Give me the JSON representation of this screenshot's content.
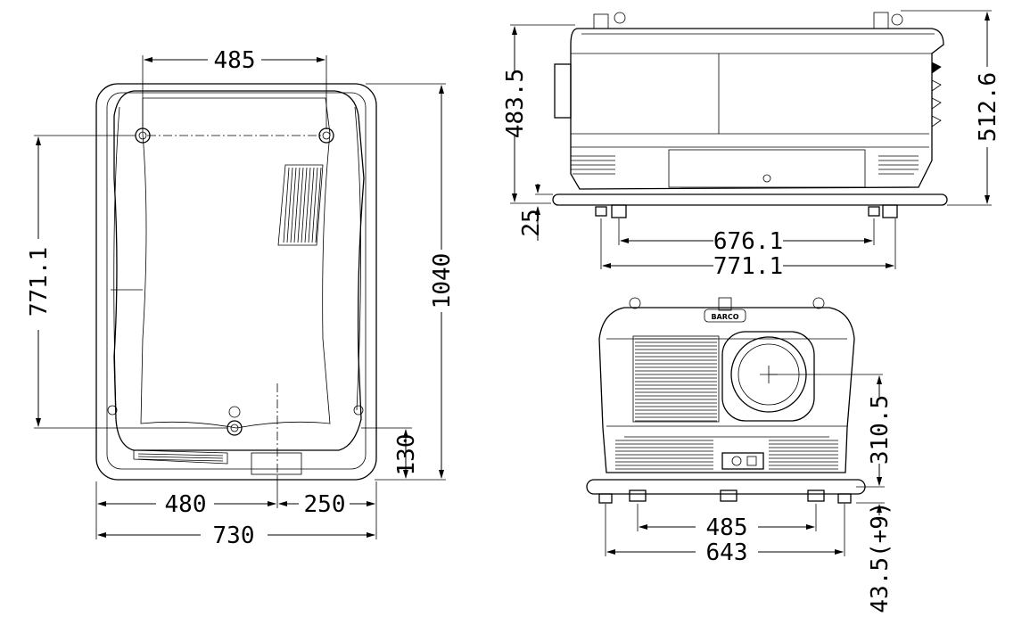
{
  "top_view": {
    "dims": {
      "foot_span_width": "485",
      "foot_span_depth": "771.1",
      "total_depth": "1040",
      "front_offset": "130",
      "left_width": "480",
      "right_width": "250",
      "total_width": "730"
    }
  },
  "side_view": {
    "dims": {
      "height_body": "483.5",
      "height_total": "512.6",
      "frame_height": "25",
      "foot_inner": "676.1",
      "foot_outer": "771.1"
    }
  },
  "front_view": {
    "brand_label": "BARCO",
    "dims": {
      "lens_height": "310.5",
      "foot_inner": "485",
      "foot_outer": "643",
      "foot_adjust": "43.5(+9)"
    }
  }
}
